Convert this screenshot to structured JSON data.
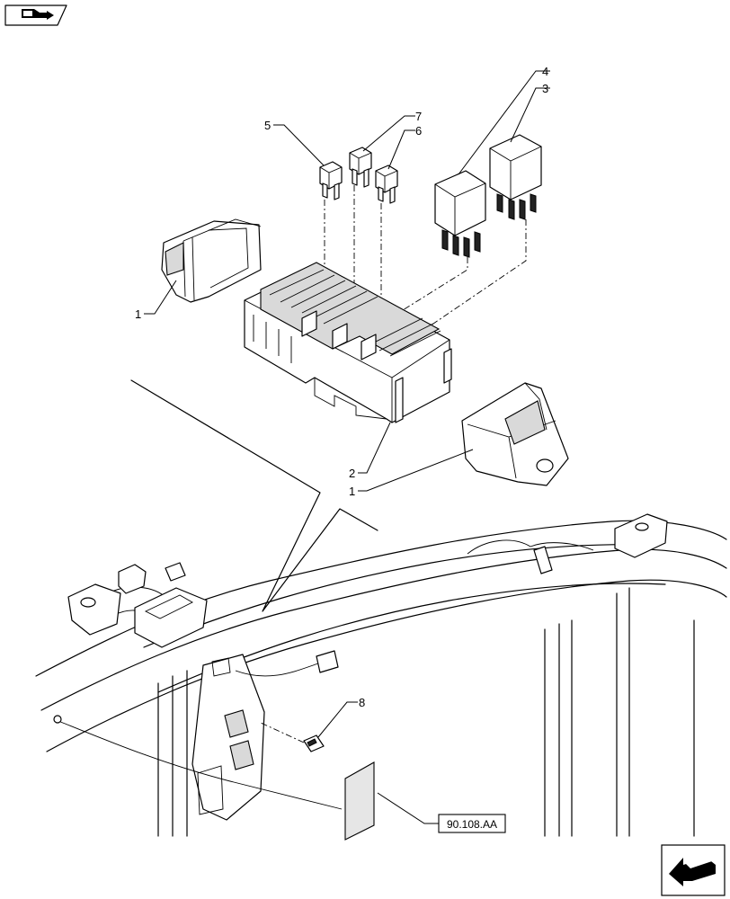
{
  "callouts": [
    {
      "id": "c1a",
      "label": "1"
    },
    {
      "id": "c1b",
      "label": "1"
    },
    {
      "id": "c2",
      "label": "2"
    },
    {
      "id": "c3",
      "label": "3"
    },
    {
      "id": "c4",
      "label": "4"
    },
    {
      "id": "c5",
      "label": "5"
    },
    {
      "id": "c6",
      "label": "6"
    },
    {
      "id": "c7",
      "label": "7"
    },
    {
      "id": "c8",
      "label": "8"
    }
  ],
  "reference": {
    "label": "90.108.AA"
  },
  "icons": {
    "top_left": "book-arrow-icon",
    "bottom_right": "next-arrow-icon"
  }
}
